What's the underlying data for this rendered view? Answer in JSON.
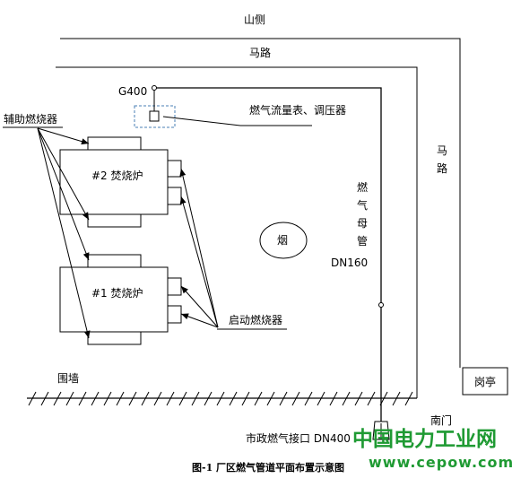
{
  "labels": {
    "mountain_side": "山侧",
    "road_top": "马路",
    "road_right": "马路",
    "g400": "G400",
    "flowmeter": "燃气流量表、调压器",
    "aux_burner": "辅助燃烧器",
    "furnace2": "#2 焚烧炉",
    "furnace1": "#1 焚烧炉",
    "gas_main": "燃气母管",
    "dn160": "DN160",
    "chimney": "烟",
    "start_burner": "启动燃烧器",
    "wall": "围墙",
    "guard_booth": "岗亭",
    "south_gate": "南门",
    "municipal_gas": "市政燃气接口 DN400"
  },
  "caption": "图-1 厂区燃气管道平面布置示意图",
  "watermark": {
    "name": "中国电力工业网",
    "url": "www.cepow.com"
  },
  "colors": {
    "line": "#000000",
    "watermark": "#1f9a33",
    "dashed_box": "#4a7fb5"
  }
}
